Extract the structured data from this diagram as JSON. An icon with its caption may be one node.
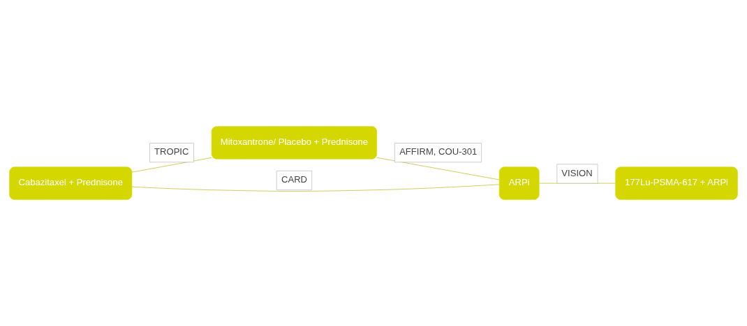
{
  "diagram": {
    "nodes": [
      {
        "text": [
          "Mitoxantrone/ Placebo + Prednisone"
        ]
      },
      {
        "text": [
          "Cabazitaxel + Prednisone"
        ]
      },
      {
        "text": [
          "ARPi"
        ]
      },
      {
        "text": [
          "177Lu-PSMA-617 + ARPi"
        ]
      }
    ],
    "edges": [
      {
        "from": 1,
        "to": 0,
        "arrow": "none",
        "label": "TROPIC"
      },
      {
        "from": 0,
        "to": 2,
        "arrow": "none",
        "label": "AFFIRM, COU-301"
      },
      {
        "from": 1,
        "to": 2,
        "arrow": "none",
        "label": "CARD"
      },
      {
        "from": 2,
        "to": 3,
        "arrow": "none",
        "label": "VISION"
      }
    ]
  }
}
